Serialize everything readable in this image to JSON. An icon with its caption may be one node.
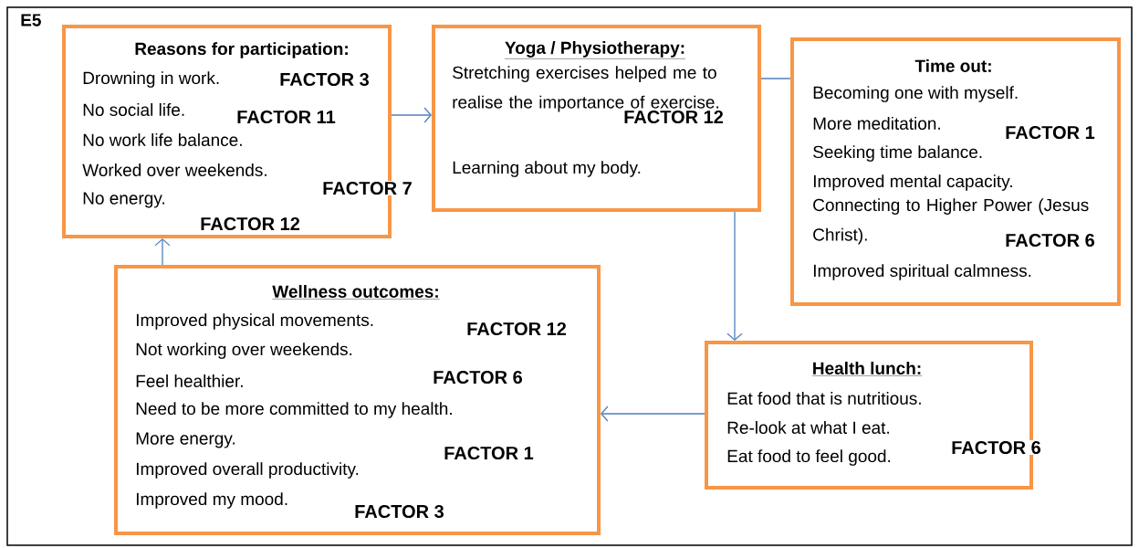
{
  "diagram": {
    "nodes": [
      {
        "text": [
          "Reasons for participation:",
          "Drowning in work.",
          "FACTOR 3",
          "No social life.",
          "FACTOR 11",
          "No work life balance.",
          "Worked over weekends.",
          "FACTOR 7",
          "No energy.",
          "FACTOR 12"
        ]
      },
      {
        "text": [
          "Yoga / Physiotherapy:",
          "Stretching exercises helped me to realise the importance of exercise.",
          "FACTOR 12",
          "Learning about my body."
        ]
      },
      {
        "text": [
          "Time out:",
          "Becoming one with myself.",
          "More meditation.",
          "FACTOR 1",
          "Seeking time balance.",
          "Improved mental capacity.",
          "Connecting to Higher Power (Jesus Christ).",
          "FACTOR 6",
          "Improved spiritual calmness."
        ]
      },
      {
        "text": [
          "Health lunch:",
          "Eat food that is nutritious.",
          "Re-look at what I eat.",
          "Eat food to feel good.",
          "FACTOR 6"
        ]
      },
      {
        "text": [
          "Wellness outcomes:",
          "Improved physical movements.",
          "FACTOR 12",
          "Not working over weekends.",
          "Feel healthier.",
          "FACTOR 6",
          "Need to be more committed to my health.",
          "More energy.",
          "FACTOR 1",
          "Improved overall productivity.",
          "Improved my mood.",
          "FACTOR 3"
        ]
      }
    ],
    "edges": [
      {
        "from": 0,
        "to": 1,
        "arrow": "to"
      },
      {
        "from": 1,
        "to": 2,
        "arrow": "none"
      },
      {
        "from": 1,
        "to": 3,
        "arrow": "to"
      },
      {
        "from": 3,
        "to": 4,
        "arrow": "to"
      },
      {
        "from": 4,
        "to": 0,
        "arrow": "to"
      }
    ],
    "labels": [
      "E5"
    ]
  }
}
